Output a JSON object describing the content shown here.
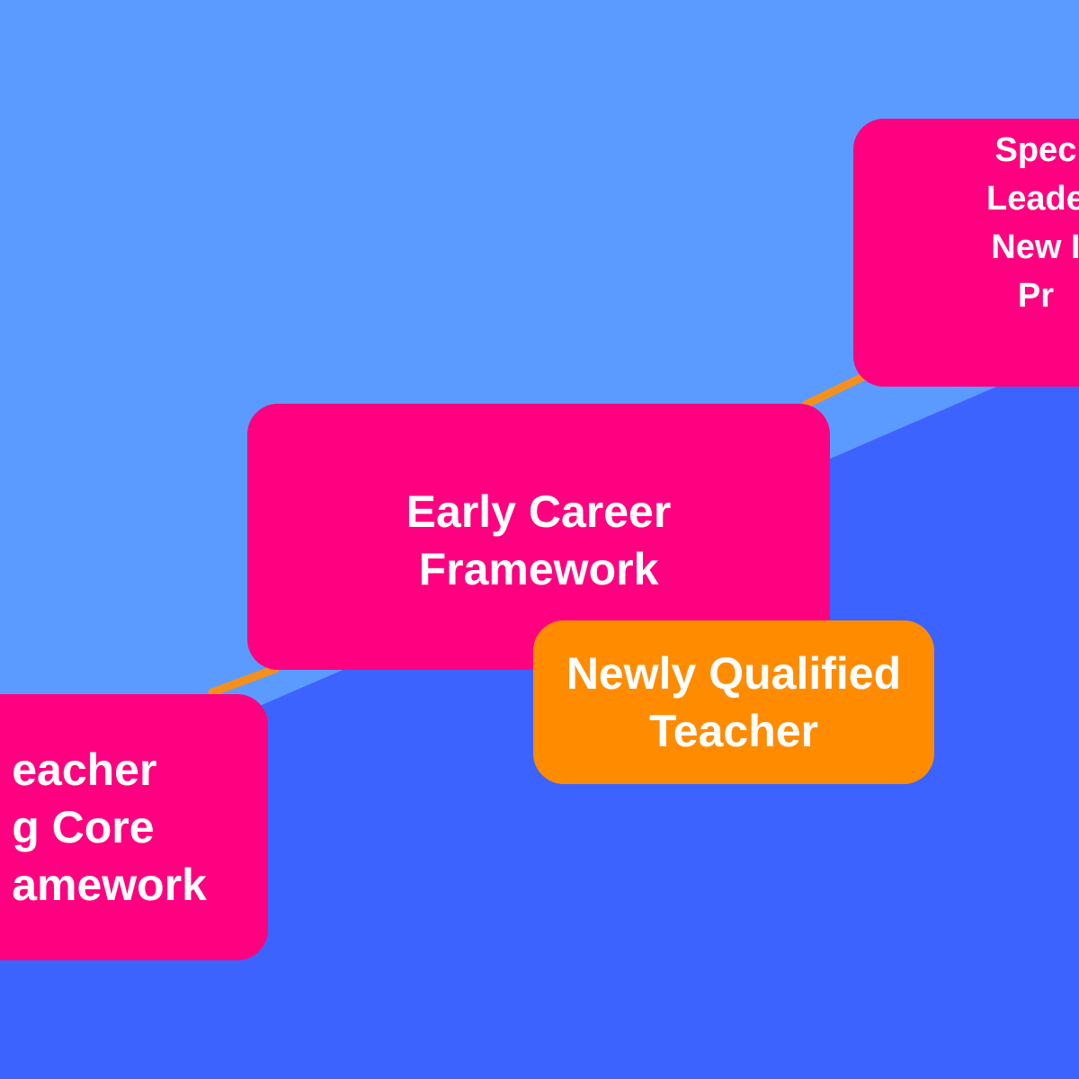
{
  "colors": {
    "background_light": "#5b9bff",
    "background_dark": "#3d63ff",
    "box_pink": "#ff0080",
    "box_orange": "#ff8c00",
    "connector": "#f5901e",
    "text": "#ffffff"
  },
  "nodes": {
    "initial_teacher_training": {
      "label": "eacher\ng Core\namework"
    },
    "early_career_framework": {
      "label": "Early Career\nFramework"
    },
    "npq": {
      "label": "Spec\nLeade\nNew I\nPr"
    },
    "newly_qualified_teacher": {
      "label": "Newly Qualified\nTeacher"
    }
  }
}
